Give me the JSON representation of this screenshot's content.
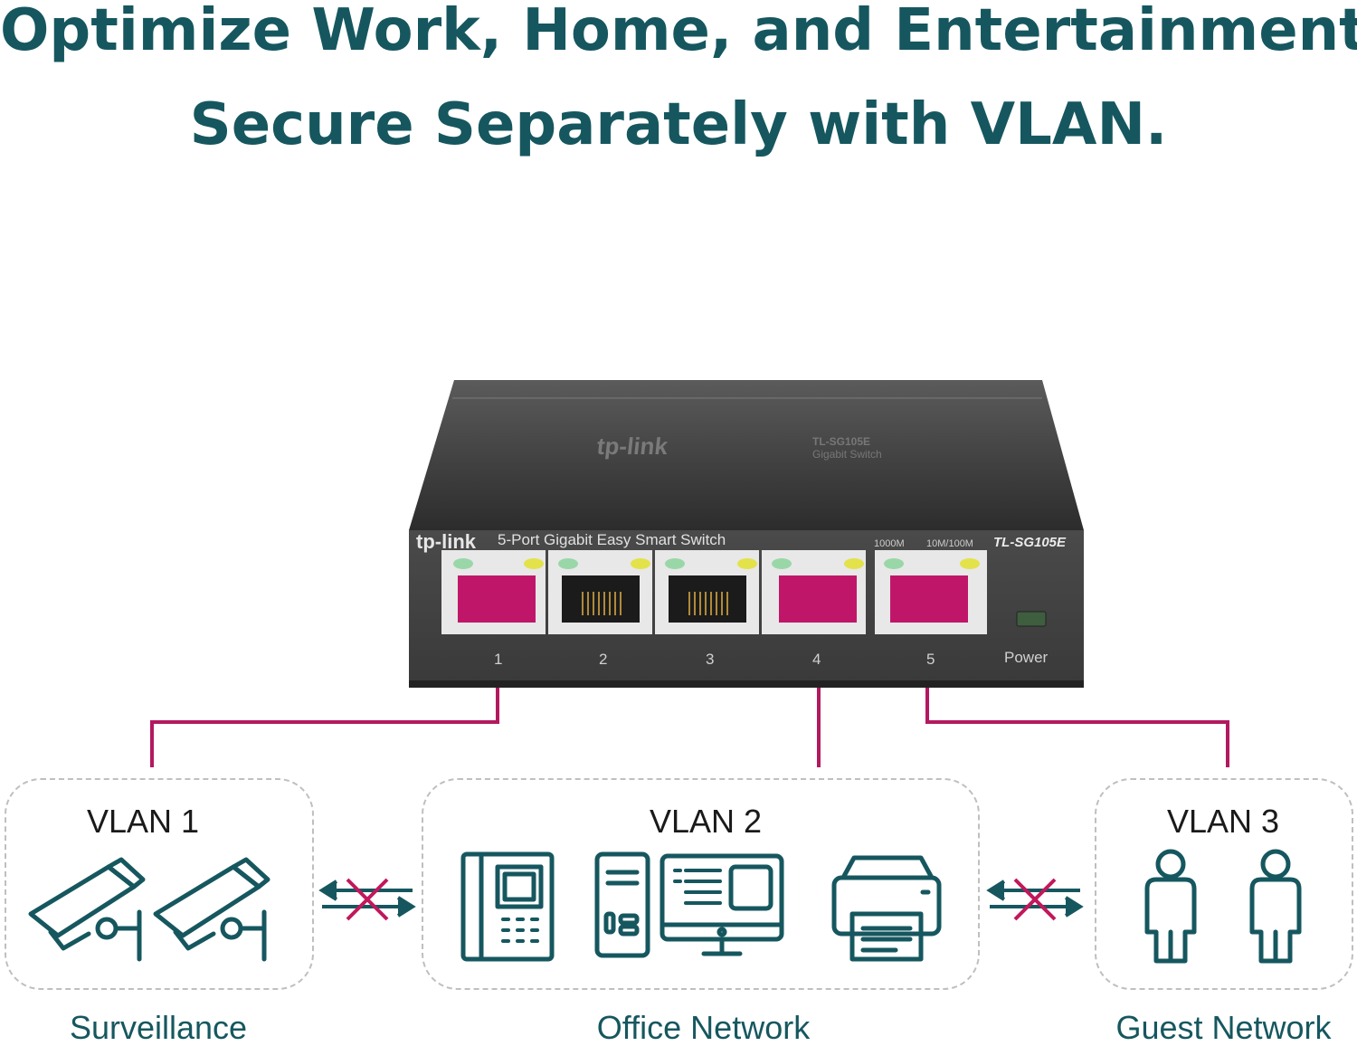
{
  "headline": {
    "line1": "Optimize Work, Home, and Entertainment:",
    "line2": "Secure Separately with VLAN."
  },
  "switch": {
    "brand": "tp-link",
    "front_model_text": "5-Port Gigabit Easy Smart Switch",
    "model_id": "TL-SG105E",
    "top_model": "TL-SG105E",
    "top_subtitle": "Gigabit Switch",
    "led_legend": [
      "1000M",
      "10M/100M"
    ],
    "ports": [
      "1",
      "2",
      "3",
      "4",
      "5"
    ],
    "highlighted_ports": [
      "1",
      "4",
      "5"
    ],
    "power_label": "Power"
  },
  "vlans": [
    {
      "title": "VLAN 1",
      "label": "Surveillance",
      "port": "1",
      "icons": [
        "cctv-camera-icon",
        "cctv-camera-icon"
      ]
    },
    {
      "title": "VLAN 2",
      "label": "Office Network",
      "port": "4",
      "icons": [
        "desk-phone-icon",
        "desktop-computer-icon",
        "printer-icon"
      ]
    },
    {
      "title": "VLAN 3",
      "label": "Guest Network",
      "port": "5",
      "icons": [
        "person-icon",
        "person-icon"
      ]
    }
  ],
  "colors": {
    "headline": "#16575f",
    "connection": "#b3195f",
    "port_highlight": "#c0166a",
    "icon": "#16575f",
    "blocked": "#c2185b"
  }
}
